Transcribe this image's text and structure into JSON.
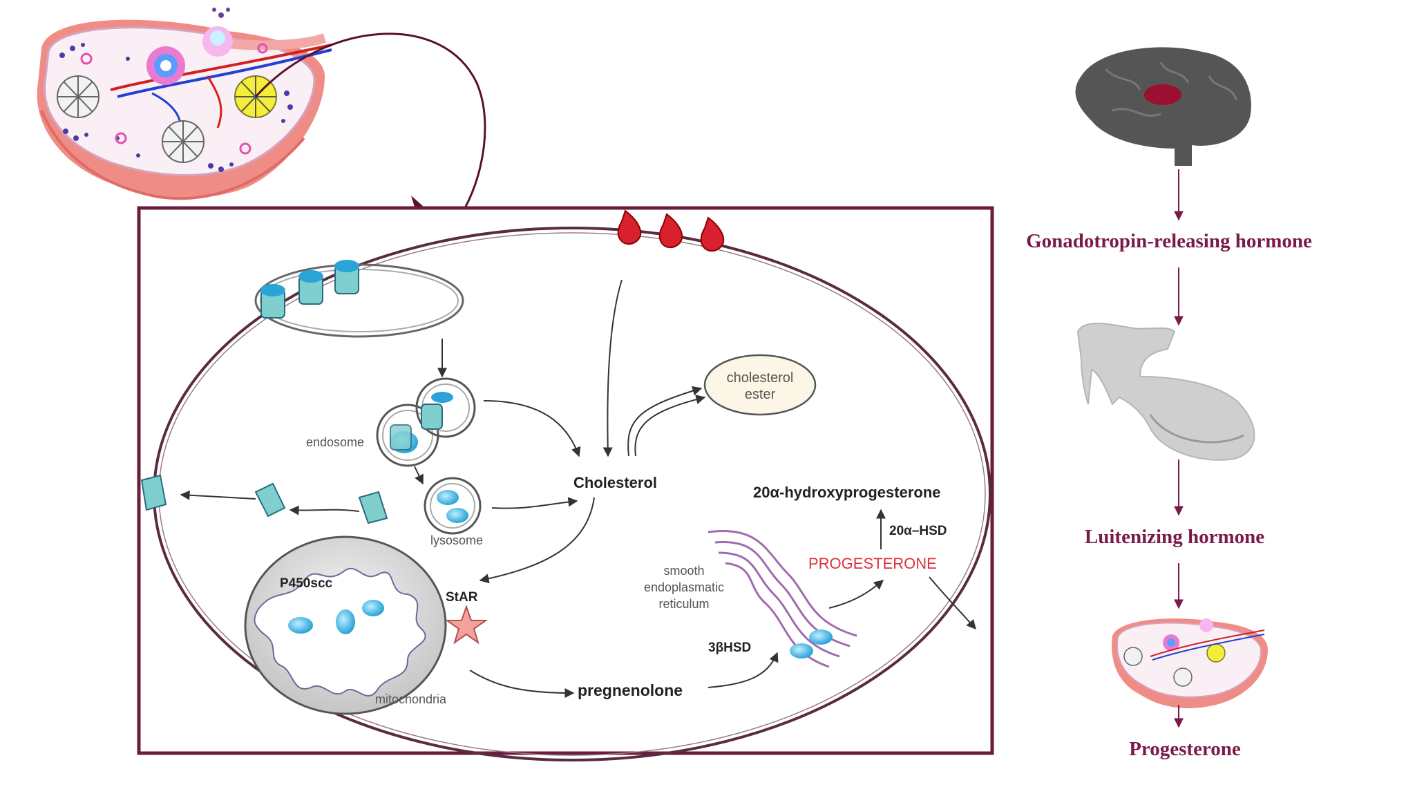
{
  "cell_labels": {
    "cholesterol_ester_line1": "cholesterol",
    "cholesterol_ester_line2": "ester",
    "endosome": "endosome",
    "lysosome": "lysosome",
    "cholesterol": "Cholesterol",
    "p450scc": "P450scc",
    "star": "StAR",
    "mitochondria": "mitochondria",
    "pregnenolone": "pregnenolone",
    "hsd3b": "3βHSD",
    "ser_line1": "smooth",
    "ser_line2": "endoplasmatic",
    "ser_line3": "reticulum",
    "progesterone_caps": "PROGESTERONE",
    "hsd20a": "20α–HSD",
    "hydroxyprogesterone": "20α-hydroxyprogesterone"
  },
  "pathway": {
    "gnrh": "Gonadotropin-releasing hormone",
    "lh": "Luitenizing  hormone",
    "progesterone": "Progesterone"
  },
  "colors": {
    "frame": "#6b1c3f",
    "pathway_text": "#7a1a4a",
    "receptor": "#7fcfcf",
    "progesterone_red": "#e0303a"
  }
}
